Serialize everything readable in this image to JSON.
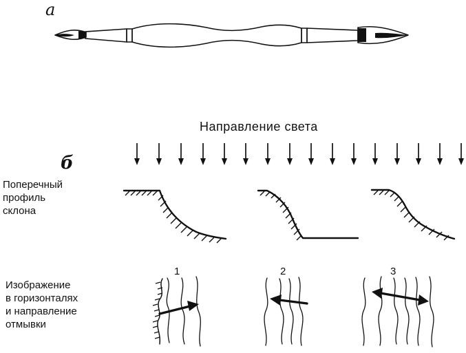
{
  "panels": {
    "a": "а",
    "b": "б"
  },
  "light_direction_label": "Направление света",
  "row_labels": {
    "profile": [
      "Поперечный",
      "профиль",
      "склона"
    ],
    "contours": [
      "Изображение",
      "в горизонталях",
      "и направление",
      "отмывки"
    ]
  },
  "cases": [
    "1",
    "2",
    "3"
  ],
  "icons": {
    "brush": "brush-icon",
    "light_arrow": "arrow-down-icon",
    "shading_arrow": "double-arrow-icon"
  },
  "colors": {
    "ink": "#111111",
    "paper": "#ffffff"
  }
}
